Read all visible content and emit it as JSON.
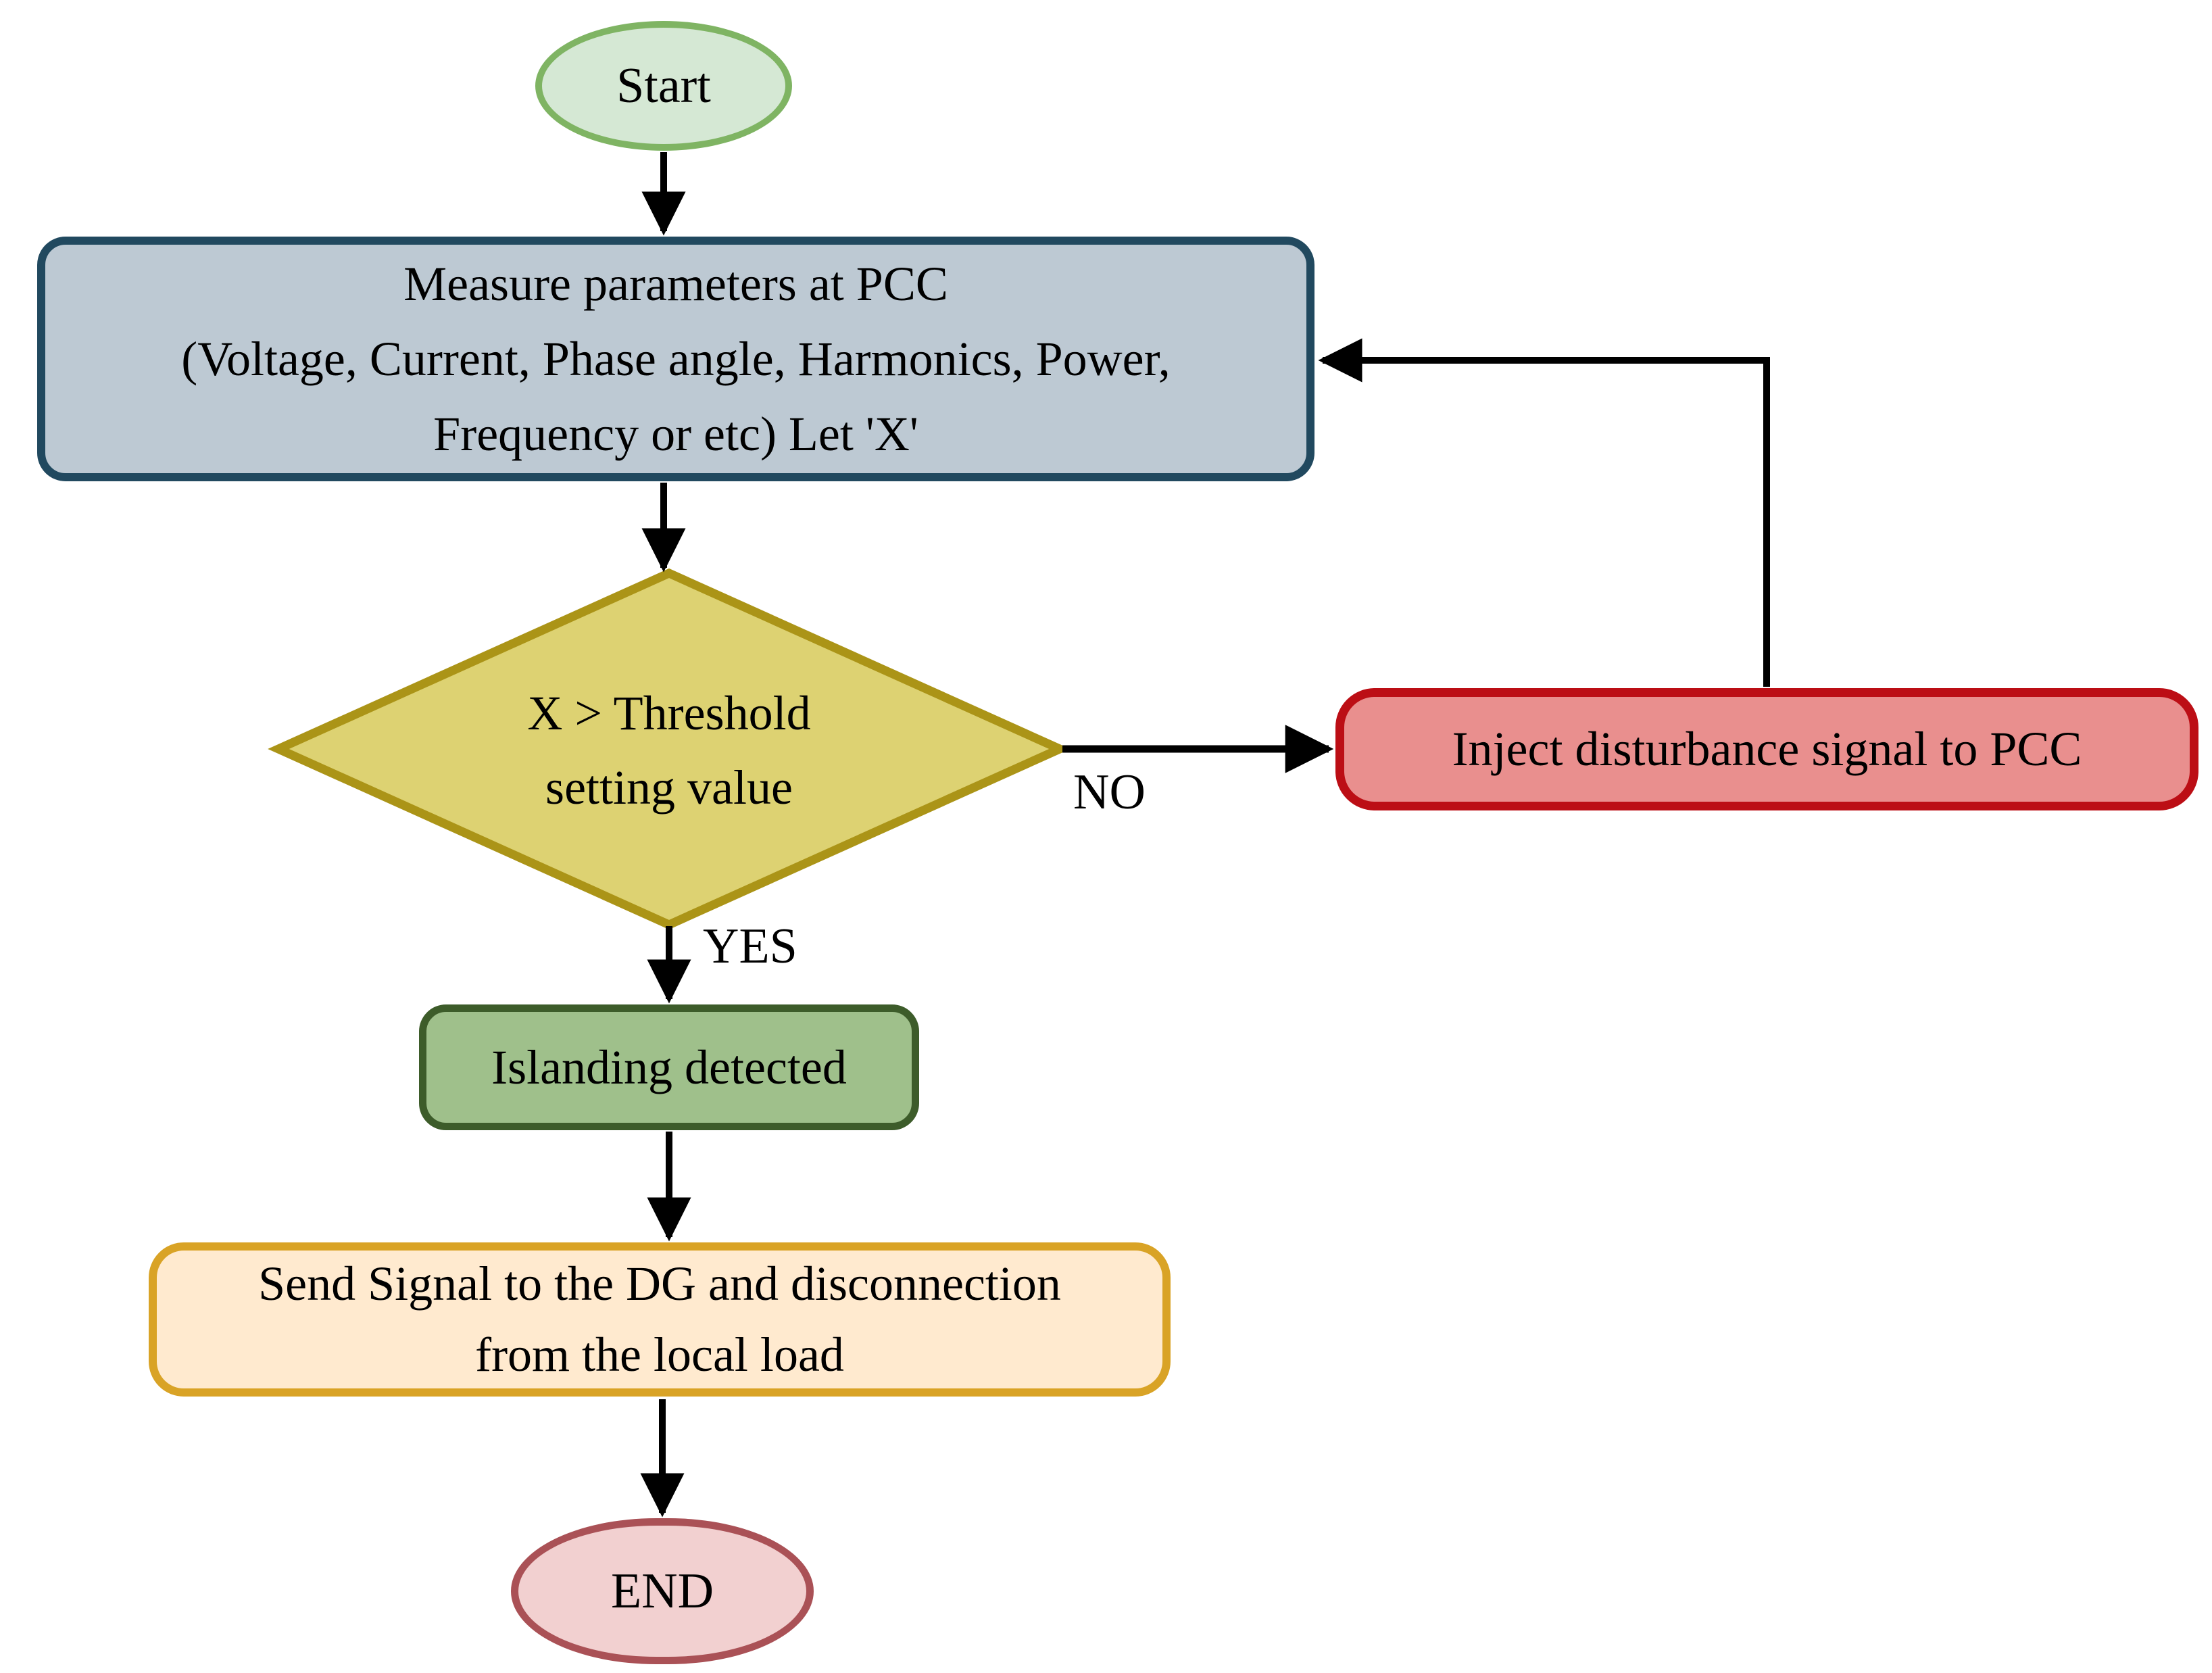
{
  "nodes": {
    "start": {
      "label": "Start",
      "fill": "#d5e8d4",
      "border": "#7fb463"
    },
    "measure": {
      "lines": [
        "Measure parameters at PCC",
        "(Voltage, Current, Phase angle, Harmonics, Power,",
        "Frequency or etc) Let 'X'"
      ],
      "fill": "#bdc9d3",
      "border": "#21495f"
    },
    "decision": {
      "lines": [
        "X > Threshold",
        "setting value"
      ],
      "fill": "#ddd272",
      "border": "#ab9417"
    },
    "inject": {
      "label": "Inject disturbance signal to PCC",
      "fill": "#e98f8e",
      "border": "#bc0e15"
    },
    "islanding": {
      "label": "Islanding detected",
      "fill": "#9fc08b",
      "border": "#3d5c2a"
    },
    "send": {
      "lines": [
        "Send Signal to the DG and disconnection",
        "from the local load"
      ],
      "fill": "#ffeacf",
      "border": "#d9a326"
    },
    "end": {
      "label": "END",
      "fill": "#f2d0d0",
      "border": "#aa5156"
    }
  },
  "edge_labels": {
    "yes": "YES",
    "no": "NO"
  },
  "edge_color": "#000000"
}
